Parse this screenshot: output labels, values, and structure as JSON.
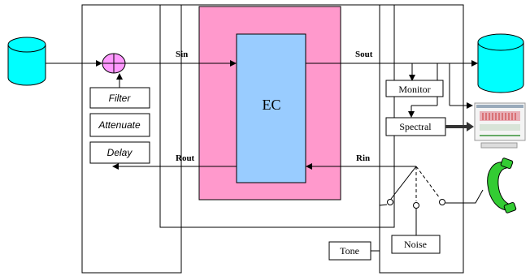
{
  "blocks": {
    "ec": "EC",
    "filter": "Filter",
    "attenuate": "Attenuate",
    "delay": "Delay",
    "monitor": "Monitor",
    "spectral": "Spectral",
    "tone": "Tone",
    "noise": "Noise"
  },
  "signals": {
    "sin": "Sin",
    "sout": "Sout",
    "rout": "Rout",
    "rin": "Rin"
  },
  "colors": {
    "ec_outer": "#ff99cc",
    "ec_inner": "#99ccff",
    "summer": "#ff99ff",
    "storage": "#00ffff",
    "phone": "#33cc33"
  },
  "icons": {
    "source_storage": "database-cylinder-icon",
    "output_storage": "database-cylinder-icon",
    "spectrum_display": "spectrum-display-icon",
    "telephone": "telephone-handset-icon",
    "summer": "summing-junction-icon"
  }
}
